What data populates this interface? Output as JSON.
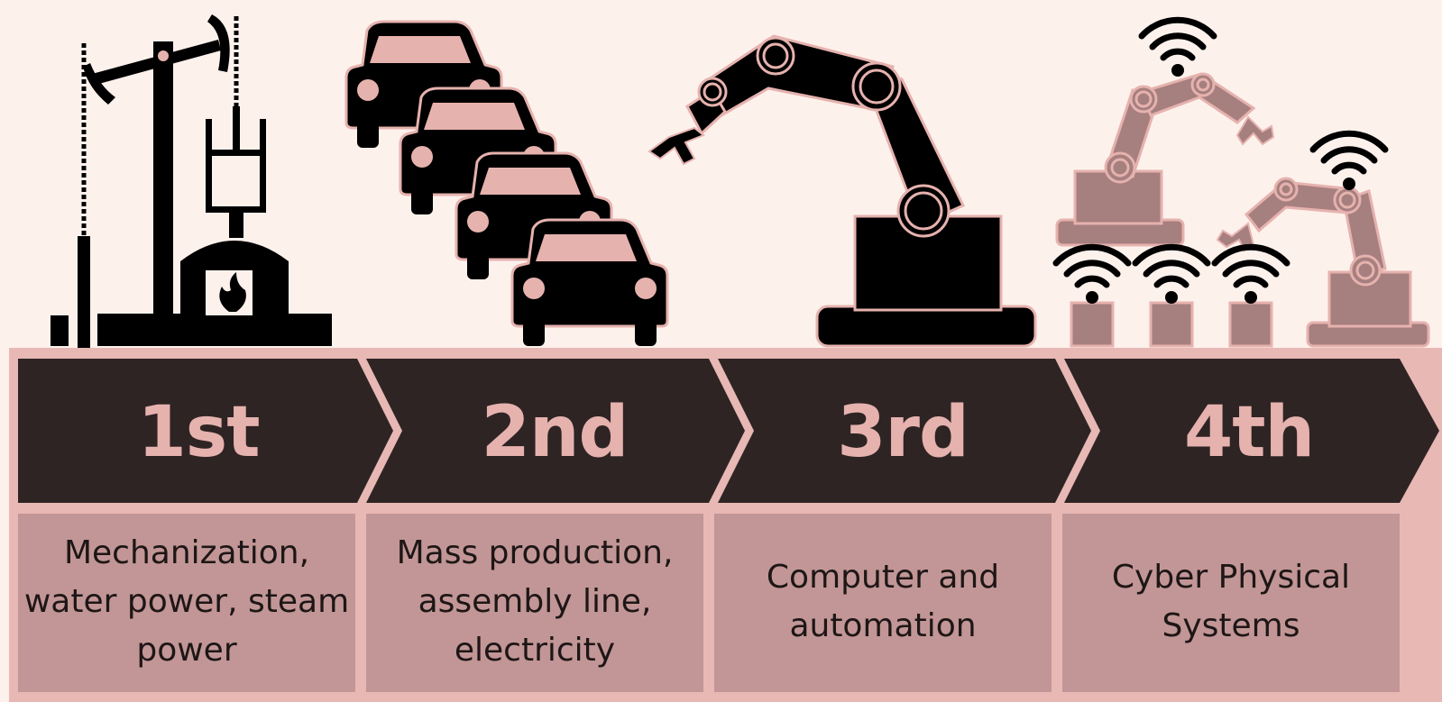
{
  "colors": {
    "background": "#fdf1ec",
    "arrow_fill": "#2e2424",
    "arrow_text": "#e6b2ae",
    "box_fill": "#c29696",
    "border": "#e8b8b4",
    "icon_dark": "#000000",
    "icon_light": "#e6b2ae",
    "icon_muted": "#a67f7f",
    "desc_text": "#1e1616"
  },
  "stages": [
    {
      "label": "1st",
      "description": "Mechanization,\nwater power, steam\npower",
      "icon": "oil-pump-steam-engine-icon"
    },
    {
      "label": "2nd",
      "description": "Mass production,\nassembly line,\nelectricity",
      "icon": "assembly-line-cars-icon"
    },
    {
      "label": "3rd",
      "description": "Computer and\nautomation",
      "icon": "robot-arm-icon"
    },
    {
      "label": "4th",
      "description": "Cyber Physical\nSystems",
      "icon": "connected-robots-wifi-icon"
    }
  ]
}
